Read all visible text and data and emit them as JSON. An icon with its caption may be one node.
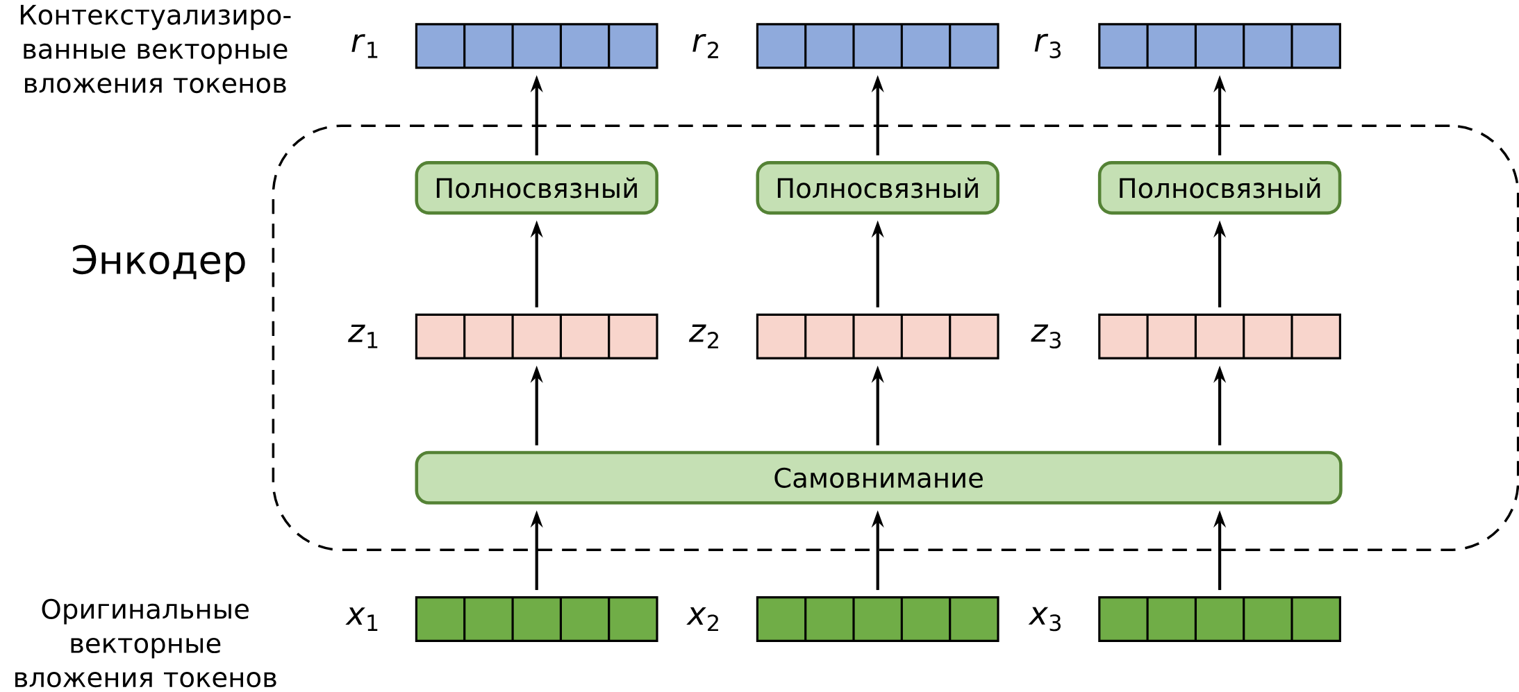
{
  "diagram": {
    "nodes": [
      {
        "text": [
          "*r*$_{1}$"
        ]
      },
      {
        "text": [
          "*r*$_{2}$"
        ]
      },
      {
        "text": [
          "*r*$_{3}$"
        ]
      },
      {
        "text": [
          "Энкодер"
        ]
      },
      {
        "text": [
          "Полносвязный"
        ],
        "in": 3
      },
      {
        "text": [
          "Полносвязный"
        ],
        "in": 3
      },
      {
        "text": [
          "Полносвязный"
        ],
        "in": 3
      },
      {
        "text": [
          "*z*$_{1}$"
        ],
        "in": 3
      },
      {
        "text": [
          "*z*$_{2}$"
        ],
        "in": 3
      },
      {
        "text": [
          "*z*$_{3}$"
        ],
        "in": 3
      },
      {
        "text": [
          "Самовнимание"
        ],
        "in": 3
      },
      {
        "text": [
          "*x*$_{1}$"
        ]
      },
      {
        "text": [
          "*x*$_{2}$"
        ]
      },
      {
        "text": [
          "*x*$_{3}$"
        ]
      }
    ],
    "edges": [
      {
        "from": 4,
        "to": 0,
        "arrow": "to"
      },
      {
        "from": 5,
        "to": 1,
        "arrow": "to"
      },
      {
        "from": 6,
        "to": 2,
        "arrow": "to"
      },
      {
        "from": 7,
        "to": 4,
        "arrow": "to"
      },
      {
        "from": 8,
        "to": 5,
        "arrow": "to"
      },
      {
        "from": 9,
        "to": 6,
        "arrow": "to"
      },
      {
        "from": 10,
        "to": 7,
        "arrow": "to"
      },
      {
        "from": 10,
        "to": 8,
        "arrow": "to"
      },
      {
        "from": 10,
        "to": 9,
        "arrow": "to"
      },
      {
        "from": 11,
        "to": 10,
        "arrow": "to"
      },
      {
        "from": 12,
        "to": 10,
        "arrow": "to"
      },
      {
        "from": 13,
        "to": 10,
        "arrow": "to"
      }
    ],
    "labels": [
      "Контекстуализиро- ванные векторные вложения токенов",
      "Оригинальные векторные вложения токенов"
    ]
  }
}
